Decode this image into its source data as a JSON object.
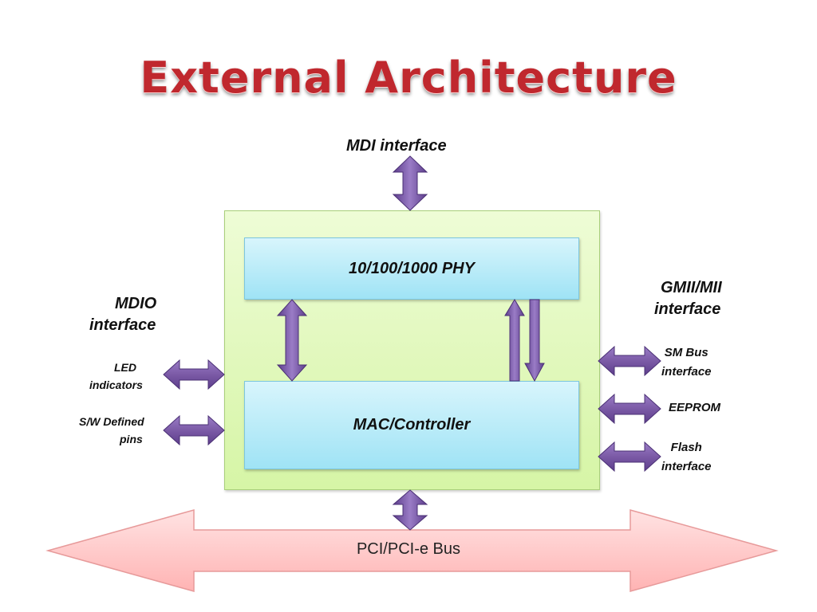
{
  "title": "External Architecture",
  "blocks": {
    "phy": "10/100/1000 PHY",
    "mac": "MAC/Controller"
  },
  "labels": {
    "mdi": "MDI interface",
    "mdio_line1": "MDIO",
    "mdio_line2": "interface",
    "gmii_line1": "GMII/MII",
    "gmii_line2": "interface",
    "led_line1": "LED",
    "led_line2": "indicators",
    "sw_line1": "S/W Defined",
    "sw_line2": "pins",
    "smbus_line1": "SM Bus",
    "smbus_line2": "interface",
    "eeprom": "EEPROM",
    "flash_line1": "Flash",
    "flash_line2": "interface"
  },
  "bus": {
    "label": "PCI/PCI-e Bus"
  },
  "colors": {
    "title": "#c0282e",
    "outer_fill": "#d6f5a6",
    "inner_fill": "#9fe3f5",
    "arrow_fill": "#7b5aa6",
    "bus_fill": "#ffc4c4"
  }
}
